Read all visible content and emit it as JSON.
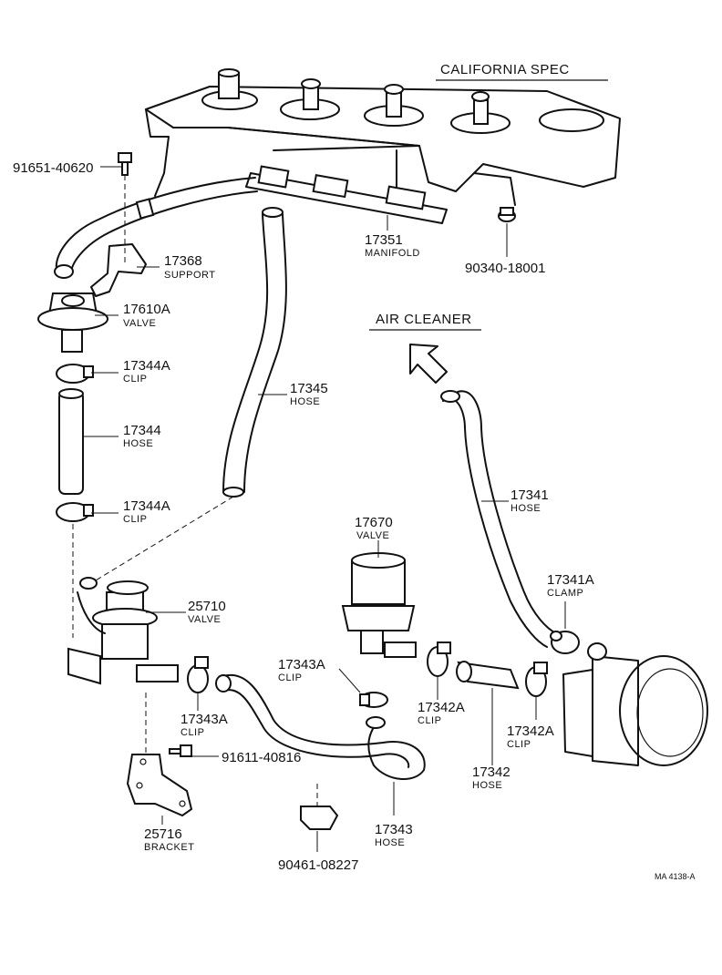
{
  "header": {
    "spec_title": "CALIFORNIA SPEC",
    "air_cleaner": "AIR CLEANER",
    "drawing_code": "MA 4138-A"
  },
  "callouts": [
    {
      "id": "c91651",
      "number": "91651-40620",
      "label": ""
    },
    {
      "id": "c17368",
      "number": "17368",
      "label": "SUPPORT"
    },
    {
      "id": "c17610A",
      "number": "17610A",
      "label": "VALVE"
    },
    {
      "id": "c17344A_top",
      "number": "17344A",
      "label": "CLIP"
    },
    {
      "id": "c17344",
      "number": "17344",
      "label": "HOSE"
    },
    {
      "id": "c17344A_bot",
      "number": "17344A",
      "label": "CLIP"
    },
    {
      "id": "c17345",
      "number": "17345",
      "label": "HOSE"
    },
    {
      "id": "c17351",
      "number": "17351",
      "label": "MANIFOLD"
    },
    {
      "id": "c90340",
      "number": "90340-18001",
      "label": ""
    },
    {
      "id": "c17341",
      "number": "17341",
      "label": "HOSE"
    },
    {
      "id": "c17341A",
      "number": "17341A",
      "label": "CLAMP"
    },
    {
      "id": "c17670",
      "number": "17670",
      "label": "VALVE"
    },
    {
      "id": "c25710",
      "number": "25710",
      "label": "VALVE"
    },
    {
      "id": "c17343A_left",
      "number": "17343A",
      "label": "CLIP"
    },
    {
      "id": "c17343A_mid",
      "number": "17343A",
      "label": "CLIP"
    },
    {
      "id": "c17342A_left",
      "number": "17342A",
      "label": "CLIP"
    },
    {
      "id": "c17342A_right",
      "number": "17342A",
      "label": "CLIP"
    },
    {
      "id": "c17342",
      "number": "17342",
      "label": "HOSE"
    },
    {
      "id": "c91611",
      "number": "91611-40816",
      "label": ""
    },
    {
      "id": "c17343",
      "number": "17343",
      "label": "HOSE"
    },
    {
      "id": "c25716",
      "number": "25716",
      "label": "BRACKET"
    },
    {
      "id": "c90461",
      "number": "90461-08227",
      "label": ""
    }
  ]
}
